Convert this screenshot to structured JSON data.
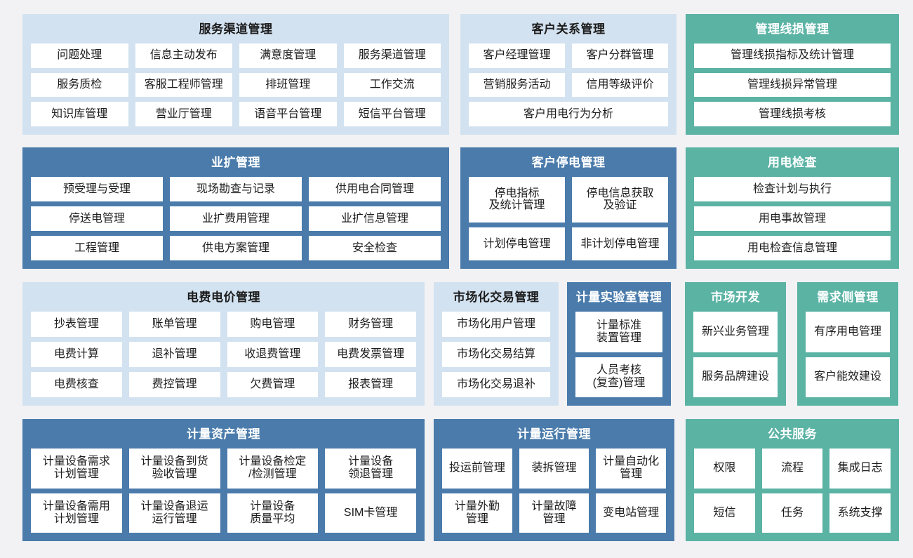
{
  "diagram": {
    "colors": {
      "light_blue": "#d3e2f0",
      "dark_blue": "#4a7bab",
      "teal": "#5bb3a4",
      "tile": "#ffffff",
      "background": "#f2f2f4"
    }
  },
  "rows": [
    {
      "panels": [
        {
          "key": "service_channel",
          "title": "服务渠道管理",
          "theme": "light_blue",
          "columns": 4,
          "tiles": [
            "问题处理",
            "信息主动发布",
            "满意度管理",
            "服务渠道管理",
            "服务质检",
            "客服工程师管理",
            "排班管理",
            "工作交流",
            "知识库管理",
            "营业厅管理",
            "语音平台管理",
            "短信平台管理"
          ]
        },
        {
          "key": "customer_relations",
          "title": "客户关系管理",
          "theme": "light_blue",
          "columns": 2,
          "tiles": [
            "客户经理管理",
            "客户分群管理",
            "营销服务活动",
            "信用等级评价",
            "客户用电行为分析"
          ]
        },
        {
          "key": "line_loss",
          "title": "管理线损管理",
          "theme": "teal",
          "columns": 1,
          "tiles": [
            "管理线损指标及统计管理",
            "管理线损异常管理",
            "管理线损考核"
          ]
        }
      ]
    },
    {
      "panels": [
        {
          "key": "business_expansion",
          "title": "业扩管理",
          "theme": "dark_blue",
          "columns": 3,
          "tiles": [
            "预受理与受理",
            "现场勘查与记录",
            "供用电合同管理",
            "停送电管理",
            "业扩费用管理",
            "业扩信息管理",
            "工程管理",
            "供电方案管理",
            "安全检查"
          ]
        },
        {
          "key": "customer_outage",
          "title": "客户停电管理",
          "theme": "dark_blue",
          "columns": 2,
          "tiles": [
            "停电指标\n及统计管理",
            "停电信息获取\n及验证",
            "计划停电管理",
            "非计划停电管理"
          ]
        },
        {
          "key": "power_inspection",
          "title": "用电检查",
          "theme": "teal",
          "columns": 1,
          "tiles": [
            "检查计划与执行",
            "用电事故管理",
            "用电检查信息管理"
          ]
        }
      ]
    },
    {
      "panels": [
        {
          "key": "tariff_management",
          "title": "电费电价管理",
          "theme": "light_blue",
          "columns": 4,
          "tiles": [
            "抄表管理",
            "账单管理",
            "购电管理",
            "财务管理",
            "电费计算",
            "退补管理",
            "收退费管理",
            "电费发票管理",
            "电费核查",
            "费控管理",
            "欠费管理",
            "报表管理"
          ]
        },
        {
          "key": "market_trading",
          "title": "市场化交易管理",
          "theme": "light_blue",
          "columns": 1,
          "tiles": [
            "市场化用户管理",
            "市场化交易结算",
            "市场化交易退补"
          ]
        },
        {
          "key": "metering_lab",
          "title": "计量实验室管理",
          "theme": "dark_blue",
          "columns": 1,
          "tiles": [
            "计量标准\n装置管理",
            "人员考核\n(复查)管理"
          ]
        },
        {
          "key": "market_development",
          "title": "市场开发",
          "theme": "teal",
          "columns": 1,
          "tiles": [
            "新兴业务管理",
            "服务品牌建设"
          ]
        },
        {
          "key": "demand_side",
          "title": "需求侧管理",
          "theme": "teal",
          "columns": 1,
          "tiles": [
            "有序用电管理",
            "客户能效建设"
          ]
        }
      ]
    },
    {
      "panels": [
        {
          "key": "metering_assets",
          "title": "计量资产管理",
          "theme": "dark_blue",
          "columns": 4,
          "tiles": [
            "计量设备需求\n计划管理",
            "计量设备到货\n验收管理",
            "计量设备检定\n/检测管理",
            "计量设备\n领退管理",
            "计量设备需用\n计划管理",
            "计量设备退运\n运行管理",
            "计量设备\n质量平均",
            "SIM卡管理"
          ]
        },
        {
          "key": "metering_operation",
          "title": "计量运行管理",
          "theme": "dark_blue",
          "columns": 3,
          "tiles": [
            "投运前管理",
            "装拆管理",
            "计量自动化\n管理",
            "计量外勤\n管理",
            "计量故障\n管理",
            "变电站管理"
          ]
        },
        {
          "key": "public_service",
          "title": "公共服务",
          "theme": "teal",
          "columns": 3,
          "tiles": [
            "权限",
            "流程",
            "集成日志",
            "短信",
            "任务",
            "系统支撑"
          ]
        }
      ]
    }
  ]
}
